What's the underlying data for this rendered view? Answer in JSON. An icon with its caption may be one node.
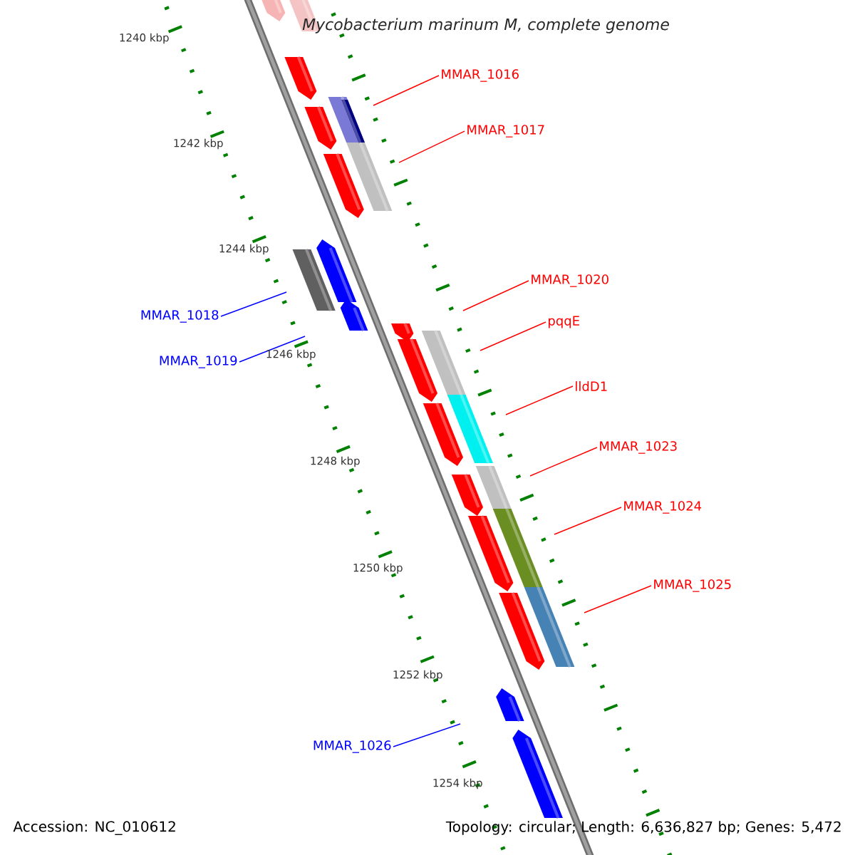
{
  "diagram": {
    "title": "Mycobacterium marinum M, complete genome",
    "nodes": [
      {
        "text": [
          "MMAR_1016"
        ]
      },
      {
        "text": [
          "MMAR_1017"
        ]
      },
      {
        "text": [
          "MMAR_1020"
        ]
      },
      {
        "text": [
          "MMAR_1018"
        ]
      },
      {
        "text": [
          "pqqE"
        ]
      },
      {
        "text": [
          "MMAR_1019"
        ]
      },
      {
        "text": [
          "lldD1"
        ]
      },
      {
        "text": [
          "MMAR_1023"
        ]
      },
      {
        "text": [
          "MMAR_1024"
        ]
      },
      {
        "text": [
          "MMAR_1025"
        ]
      },
      {
        "text": [
          "MMAR_1026"
        ]
      }
    ],
    "edges": [
      {
        "from": 0,
        "to": null,
        "arrow": "none"
      },
      {
        "from": 1,
        "to": null,
        "arrow": "none"
      },
      {
        "from": 2,
        "to": null,
        "arrow": "none"
      },
      {
        "from": 3,
        "to": null,
        "arrow": "none",
        "color": "#0000ff"
      },
      {
        "from": 4,
        "to": null,
        "arrow": "none"
      },
      {
        "from": 5,
        "to": null,
        "arrow": "none",
        "color": "#0000ff"
      },
      {
        "from": 6,
        "to": null,
        "arrow": "none"
      },
      {
        "from": 7,
        "to": null,
        "arrow": "none"
      },
      {
        "from": 8,
        "to": null,
        "arrow": "none"
      },
      {
        "from": 9,
        "to": null,
        "arrow": "none"
      },
      {
        "from": 10,
        "to": null,
        "arrow": "none",
        "color": "#0000ff"
      }
    ],
    "labels": [
      "1240 kbp",
      "1242 kbp",
      "1244 kbp",
      "1246 kbp",
      "1248 kbp",
      "1250 kbp",
      "1252 kbp",
      "1254 kbp",
      "Accession: NC_010612",
      "Topology: circular; Length: 6,636,827 bp; Genes: 5,472"
    ]
  }
}
